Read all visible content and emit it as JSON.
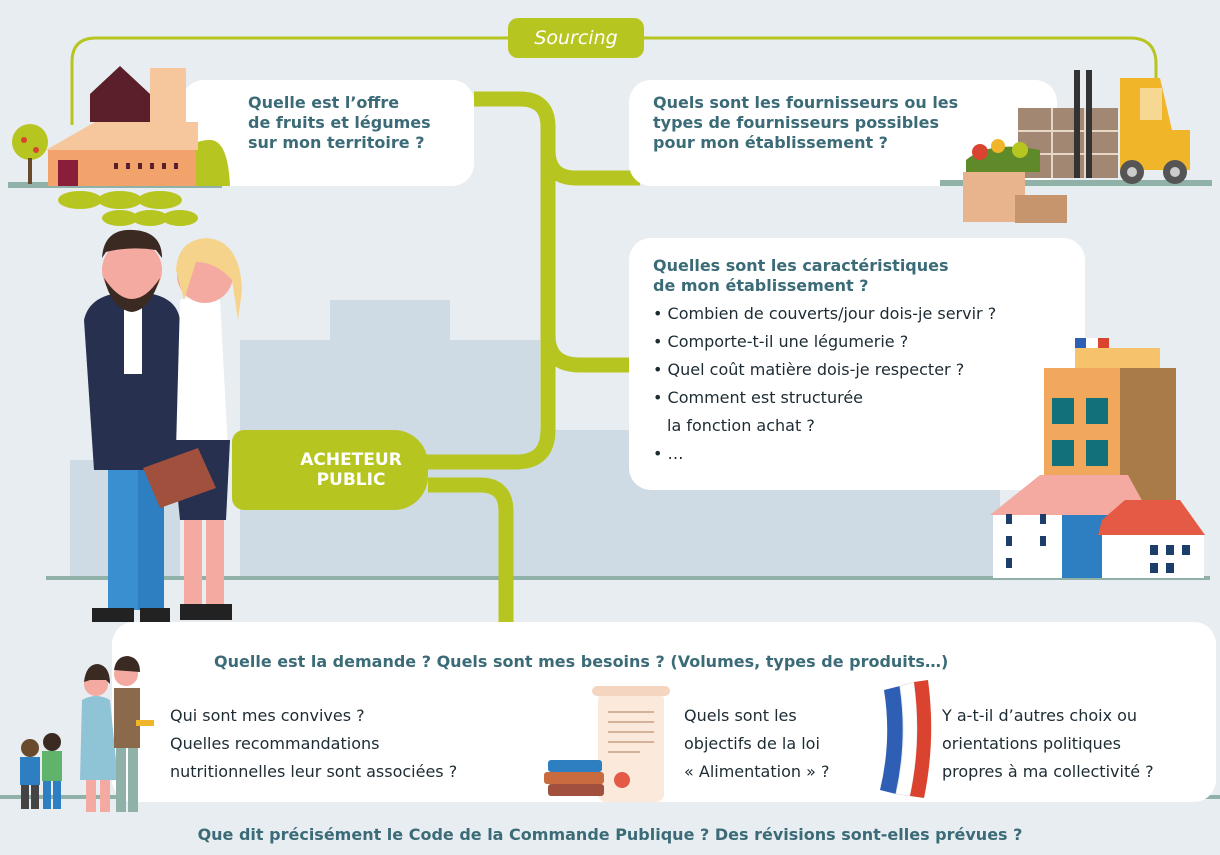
{
  "sourcing_label": "Sourcing",
  "buyer": {
    "line1": "ACHETEUR",
    "line2": "PUBLIC"
  },
  "card_territory": {
    "lines": [
      "Quelle est l’offre",
      "de fruits et légumes",
      "sur mon territoire ?"
    ]
  },
  "card_suppliers": {
    "lines": [
      "Quels sont les fournisseurs ou les",
      "types de fournisseurs possibles",
      "pour mon établissement ?"
    ]
  },
  "card_establishment": {
    "title_lines": [
      "Quelles sont les caractéristiques",
      "de mon établissement ?"
    ],
    "items": [
      "Combien de couverts/jour dois-je servir ?",
      "Comporte-t-il une légumerie ?",
      "Quel coût matière dois-je respecter ?",
      "Comment est structurée",
      "…"
    ],
    "item4_continuation": "la fonction achat ?"
  },
  "card_demand": {
    "title": "Quelle est la demande ? Quels sont mes besoins ? (Volumes, types de produits…)",
    "col1": [
      "Qui sont mes convives ?",
      "Quelles recommandations",
      "nutritionnelles leur sont associées ?"
    ],
    "col2": [
      "Quels sont les",
      "objectifs de la loi",
      "« Alimentation » ?"
    ],
    "col3": [
      "Y a-t-il d’autres choix ou",
      "orientations politiques",
      "propres à ma collectivité ?"
    ]
  },
  "bottom_question": "Que dit précisément le Code de la Commande Publique ? Des révisions sont-elles prévues ?",
  "colors": {
    "accent": "#b7c520",
    "question": "#3c6b78",
    "text": "#1d2b33",
    "background": "#e8edf1"
  },
  "icons": [
    "farm-icon",
    "forklift-icon",
    "building-icon",
    "family-icon",
    "law-scroll-icon",
    "flag-ribbon-icon"
  ]
}
